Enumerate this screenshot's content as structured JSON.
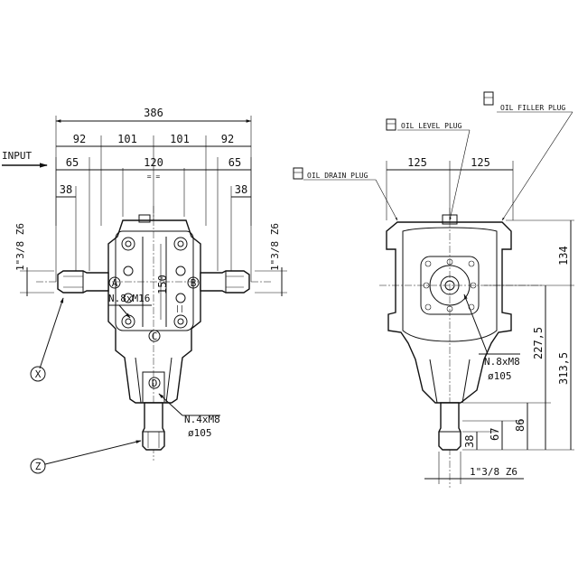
{
  "input_label": "INPUT",
  "dimensions": {
    "overall_width": "386",
    "left_flange_92": "92",
    "left_101": "101",
    "right_101": "101",
    "right_flange_92": "92",
    "left_65": "65",
    "center_120": "120",
    "right_65": "65",
    "left_38": "38",
    "right_38": "38",
    "bolt_150": "150",
    "side_125_left": "125",
    "side_125_right": "125",
    "side_134": "134",
    "side_227_5": "227,5",
    "side_313_5": "313,5",
    "side_86": "86",
    "side_67": "67",
    "side_38": "38"
  },
  "shaft_spec_left": "1\"3/8 Z6",
  "shaft_spec_right": "1\"3/8 Z6",
  "shaft_spec_bottom": "1\"3/8 Z6",
  "bolts_top": "N.8xM16",
  "bolts_bottom": "N.4xM8",
  "bolts_bottom_dia": "ø105",
  "bolts_side": "N.8xM8",
  "bolts_side_dia": "ø105",
  "plugs": {
    "drain": "OIL DRAIN PLUG",
    "level": "OIL LEVEL PLUG",
    "filler": "OIL FILLER PLUG"
  },
  "shaft_markers": {
    "A": "A",
    "B": "B",
    "C": "C",
    "D": "D",
    "X": "X",
    "Z": "Z"
  },
  "hatch_marks": "= ="
}
